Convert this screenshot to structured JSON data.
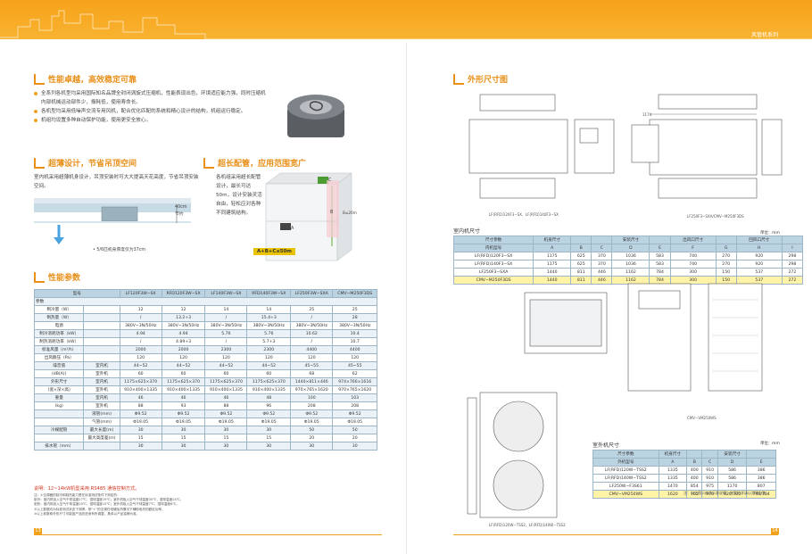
{
  "header": {
    "series": "风管机系列"
  },
  "left": {
    "sec1_title": "性能卓越，高效稳定可靠",
    "bullets": [
      "全系列各机型均采用国际知名品牌全封闭涡旋式压缩机，性能表现出色，环境适应能力强，同时压缩机内部机械运动部件少，振耗低，使用寿命长。",
      "各机型均采用低噪声交流专用风机，配合优化匹配的系统和精心设计的结构，机组运行稳定。",
      "机组均设置多种自动保护功能，使用更安全放心。"
    ],
    "sec2_title": "超薄设计，节省吊顶空间",
    "sec2_text": "室内机采用超薄机身设计，吊顶安装时可大大提高天花高度，节省吊顶安装空间。",
    "sec2_dim": "40cm",
    "sec2_dim_note": "节约",
    "sec2_caption": "• 5/6匹机身厚度仅为37cm",
    "sec3_title": "超长配管，应用范围宽广",
    "sec3_text": "各机组采用超长配管设计，最长可达50m，设计安装灵活自由，轻松应对各种不同建筑结构。",
    "sec3_formula": "A+B+C≤50m",
    "sec3_b": "B",
    "sec3_b_note": "B≤20m",
    "sec3_a": "A",
    "sec3_c": "C",
    "sec4_title": "性能参数",
    "spec_head": [
      "型号",
      "LF120F3W−SX",
      "RFD120F3W−SX",
      "LF140F3W−SX",
      "RFD140F3W−SX",
      "LF250F3W−SXA",
      "CMV−M250F3DS"
    ],
    "spec_param": "参数",
    "spec_rows": [
      [
        "制冷量（W）",
        "",
        "12",
        "12",
        "14",
        "14",
        "25",
        "25"
      ],
      [
        "制热量（W）",
        "",
        "/",
        "13.2+3",
        "/",
        "15.4+3",
        "/",
        "28"
      ],
      [
        "电源",
        "",
        "380V~3N/50Hz",
        "380V~3N/50Hz",
        "380V~3N/50Hz",
        "380V~3N/50Hz",
        "380V~3N/50Hz",
        "380V~3N/50Hz"
      ],
      [
        "制冷消耗功率（kW）",
        "",
        "4.94",
        "4.94",
        "5.76",
        "5.76",
        "10.62",
        "10.4"
      ],
      [
        "制热消耗功率（kW）",
        "",
        "/",
        "4.89+3",
        "/",
        "5.7+3",
        "/",
        "10.7"
      ],
      [
        "标准风量（m³/h）",
        "",
        "2000",
        "2000",
        "2300",
        "2300",
        "4400",
        "4400"
      ],
      [
        "出风静压（Pa）",
        "",
        "120",
        "120",
        "120",
        "120",
        "120",
        "120"
      ],
      [
        "噪音值",
        "室内机",
        "44~52",
        "44~52",
        "44~52",
        "44~52",
        "45~55",
        "45~55"
      ],
      [
        "(dB(A))",
        "室外机",
        "60",
        "60",
        "60",
        "60",
        "68",
        "62"
      ],
      [
        "外形尺寸",
        "室内机",
        "1175×625×370",
        "1175×625×370",
        "1175×625×370",
        "1175×625×370",
        "1440×811×446",
        "974×766×1616"
      ],
      [
        "(宽×深×高)",
        "室外机",
        "910×400×1335",
        "910×400×1335",
        "910×400×1335",
        "910×400×1335",
        "970×765×1620",
        "970×765×1620"
      ],
      [
        "重量",
        "室内机",
        "46",
        "46",
        "46",
        "48",
        "100",
        "103"
      ],
      [
        "(kg)",
        "室外机",
        "88",
        "93",
        "88",
        "96",
        "208",
        "208"
      ],
      [
        "",
        "液管(mm)",
        "Φ9.52",
        "Φ9.52",
        "Φ9.52",
        "Φ9.52",
        "Φ9.52",
        "Φ9.52"
      ],
      [
        "",
        "气管(mm)",
        "Φ19.05",
        "Φ19.05",
        "Φ19.05",
        "Φ19.05",
        "Φ19.05",
        "Φ19.05"
      ],
      [
        "冷媒配管",
        "最大长度(m)",
        "30",
        "30",
        "30",
        "30",
        "50",
        "50"
      ],
      [
        "",
        "最大高度差(m)",
        "15",
        "15",
        "15",
        "15",
        "20",
        "20"
      ],
      [
        "排水管（mm）",
        "",
        "30",
        "30",
        "30",
        "30",
        "30",
        "30"
      ]
    ],
    "note_red": "说明：12~14kW机型采用 RS485 通信控制方式。",
    "notes": [
      "注：①空调器的制冷和制热能力是在标准测试条件下测定的：",
      "制冷：室内机吸入空气干球温度27℃，湿球温度19℃；室外机吸入空气干球温度35℃，湿球温度24℃。",
      "制热：室内机吸入空气干球温度20℃，湿球温度15℃；室外机吸入空气干球温度7℃，湿球温度6℃。",
      "②以上数据均为标准测试状态下测得，带“+”的空调在电辅加热情况下辅助电热的额定功率。",
      "③以上参数和外形尺寸可能因产品改进而有所调整，具体以产品铭牌为准。"
    ]
  },
  "right": {
    "sec_title": "外形尺寸图",
    "cap1": "LF(RFD)120F3−SX、LF(RFD)140F3−SX",
    "cap2": "LF250F3−SXA/CMV−M250F3DS",
    "dim1174": "1174",
    "indoor_title": "室内机尺寸",
    "unit": "单位：mm",
    "indoor_head1": [
      "尺寸参数",
      "机身尺寸",
      "",
      "",
      "安装尺寸",
      "",
      "出风口尺寸",
      "",
      "回风口尺寸",
      ""
    ],
    "indoor_head2": [
      "内机型号",
      "A",
      "B",
      "C",
      "D",
      "E",
      "F",
      "G",
      "H",
      "I"
    ],
    "indoor_rows": [
      [
        "LF(RFD)120F3−SX",
        "1175",
        "625",
        "370",
        "1036",
        "583",
        "740",
        "270",
        "920",
        "298"
      ],
      [
        "LF(RFD)140F3−SX",
        "1175",
        "625",
        "370",
        "1036",
        "583",
        "740",
        "270",
        "920",
        "298"
      ],
      [
        "LF250F3−SXA",
        "1440",
        "811",
        "446",
        "1162",
        "784",
        "300",
        "150",
        "537",
        "272"
      ],
      [
        "CMV−M250F3DS",
        "1440",
        "811",
        "446",
        "1162",
        "784",
        "300",
        "150",
        "537",
        "272"
      ]
    ],
    "cap3": "LF250W−F3S61",
    "cap4": "CMV−VM250WS",
    "outdoor_title": "室外机尺寸",
    "outdoor_head1": [
      "尺寸参数",
      "机身尺寸",
      "",
      "",
      "安装尺寸",
      ""
    ],
    "outdoor_head2": [
      "外机型号",
      "A",
      "B",
      "C",
      "D",
      "E"
    ],
    "outdoor_rows": [
      [
        "LF(RFD)120W−TSS2",
        "1335",
        "400",
        "910",
        "586",
        "386"
      ],
      [
        "LF(RFD)140W−TSS2",
        "1335",
        "400",
        "910",
        "586",
        "386"
      ],
      [
        "LF250W−F3S61",
        "1470",
        "854",
        "975",
        "1170",
        "807"
      ],
      [
        "CMV−VM250WS",
        "1620",
        "765",
        "970",
        "820/700",
        "740/704"
      ]
    ],
    "outdoor_note": "注：以上图示仅作示意说明，产品形状请以实物为准。",
    "cap5": "LF(RFD)120W−TSS2、LF(RFD)140W−TSS2"
  },
  "pages": {
    "left": "13",
    "right": "14"
  }
}
